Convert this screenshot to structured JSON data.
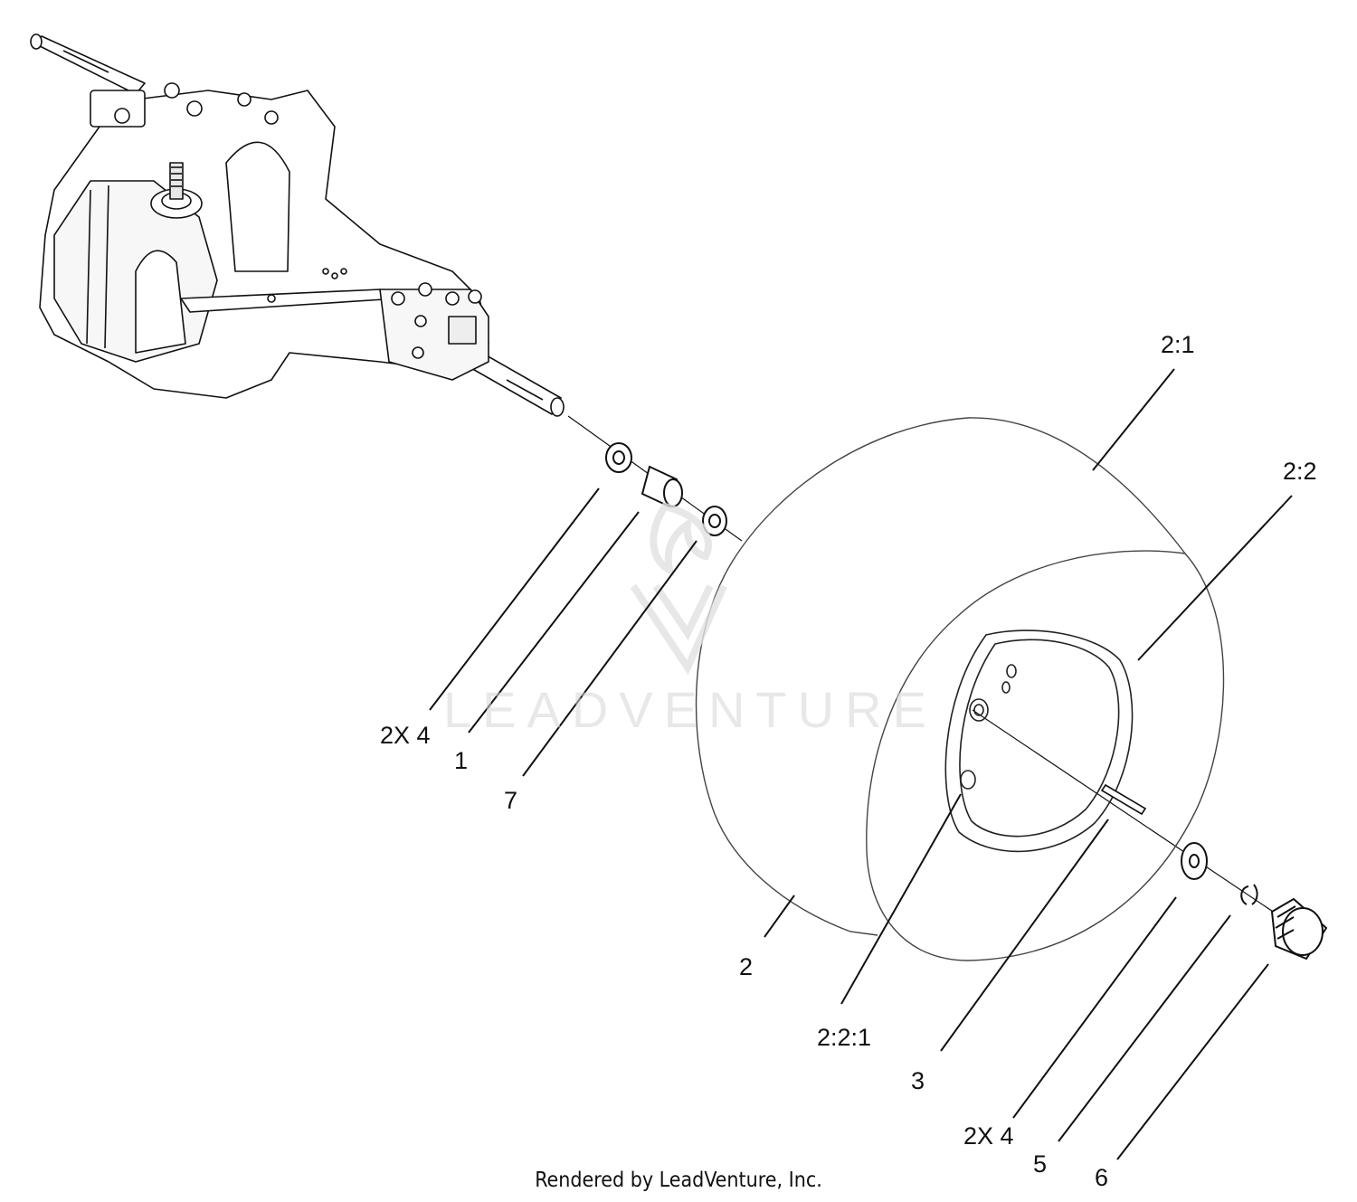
{
  "callouts": {
    "c_2_1": "2:1",
    "c_2_2": "2:2",
    "c_2x4_a": "2X 4",
    "c_1": "1",
    "c_7": "7",
    "c_2": "2",
    "c_2_2_1": "2:2:1",
    "c_3": "3",
    "c_2x4_b": "2X 4",
    "c_5": "5",
    "c_6": "6"
  },
  "watermark": "LEADVENTURE",
  "footer": "Rendered by LeadVenture, Inc.",
  "colors": {
    "line": "#111111",
    "tire_line": "#333333",
    "watermark": "#d6d6d6"
  }
}
